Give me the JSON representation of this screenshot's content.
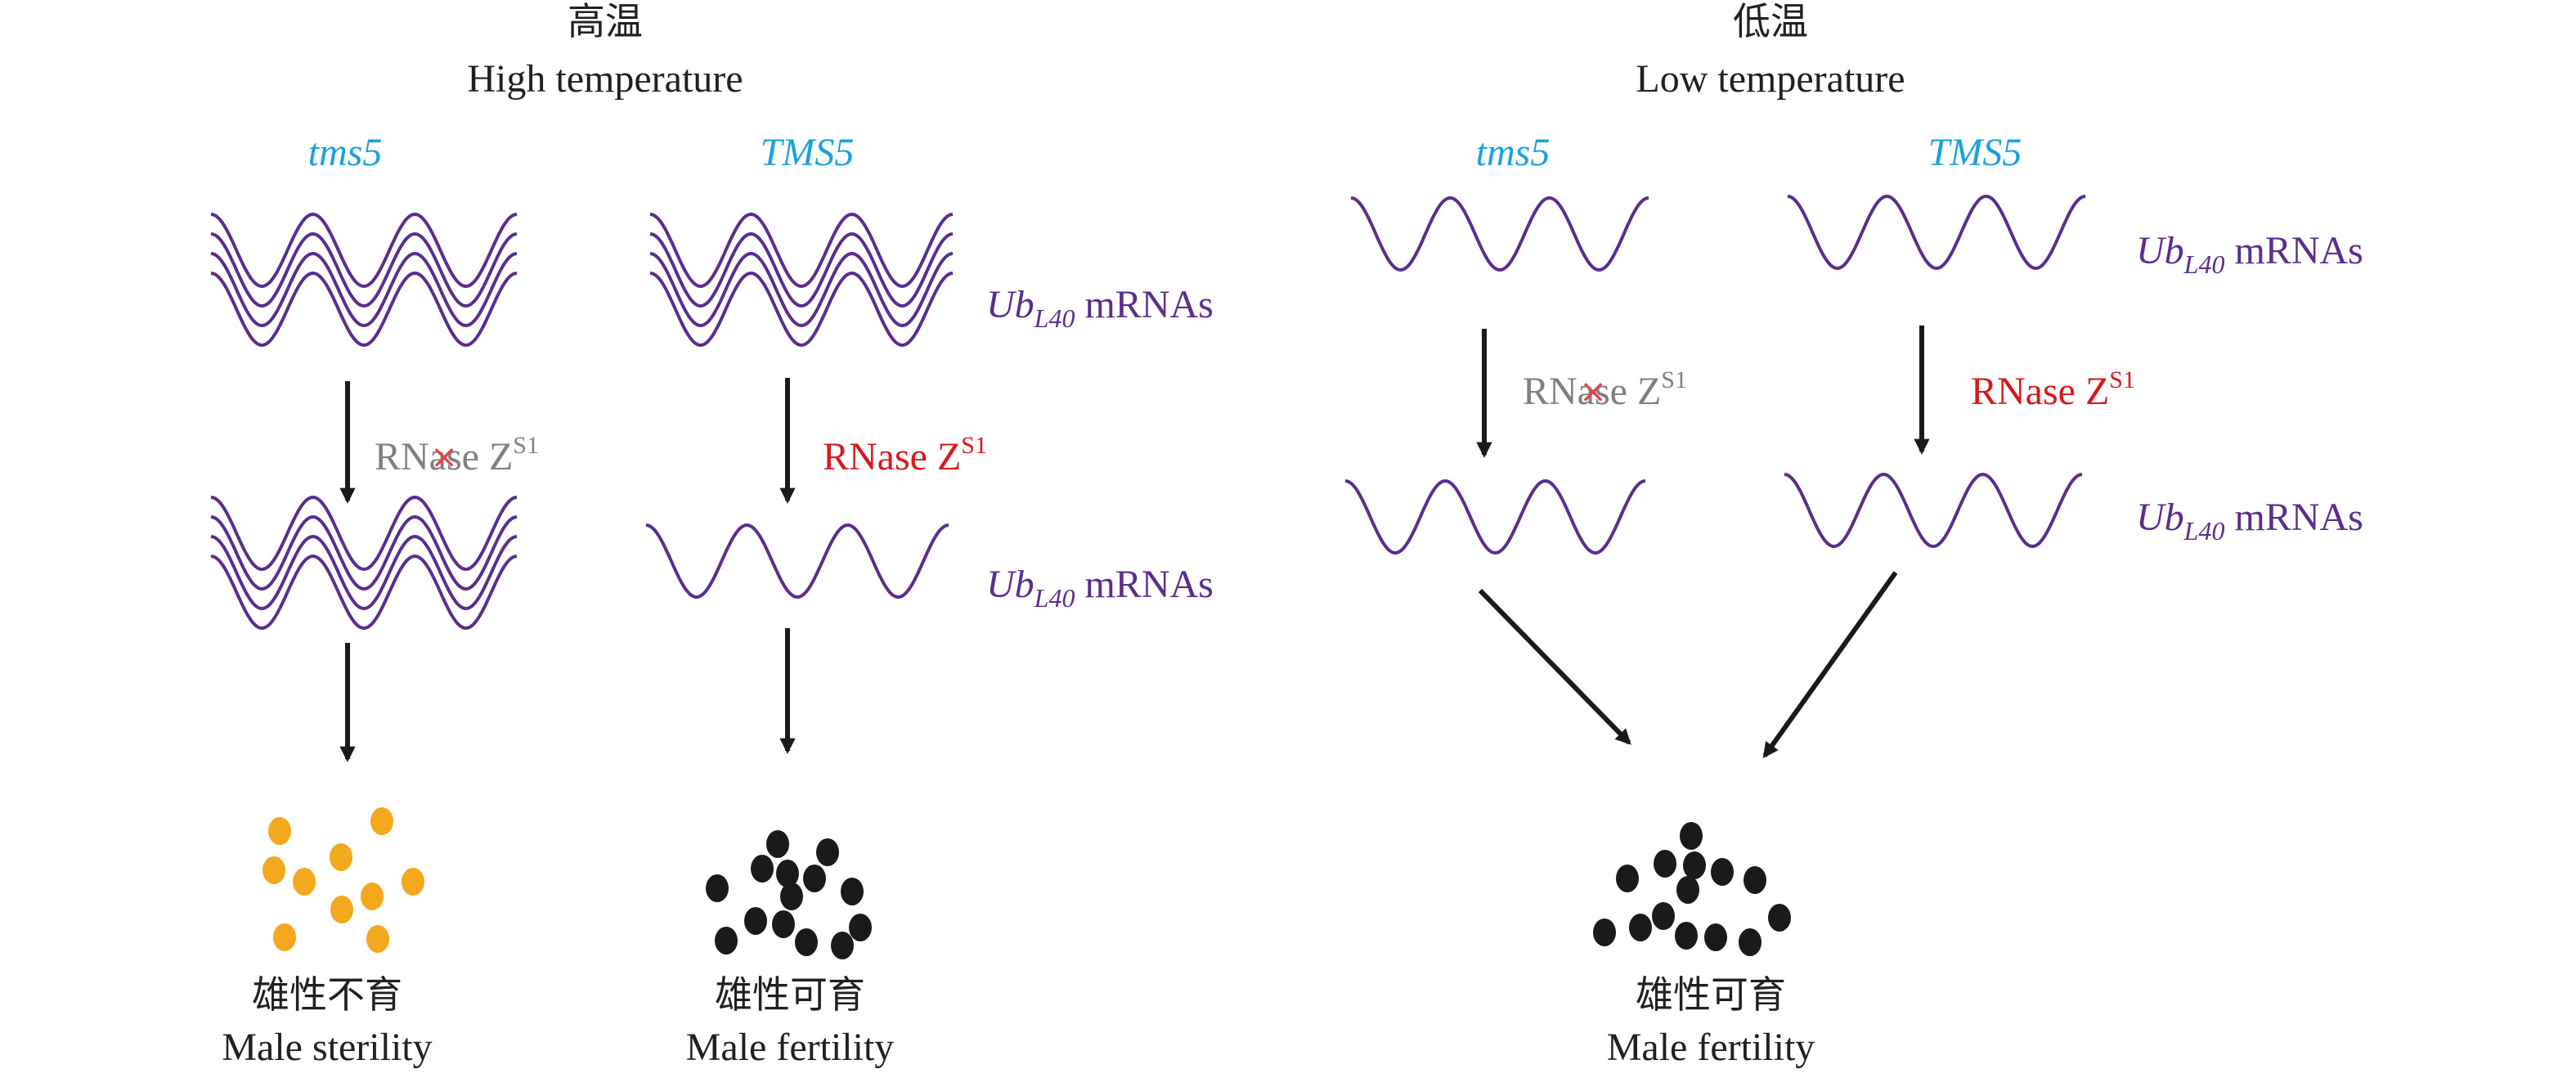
{
  "panels": {
    "high": {
      "title_cn": "高温",
      "title_en": "High temperature"
    },
    "low": {
      "title_cn": "低温",
      "title_en": "Low temperature"
    }
  },
  "genes": {
    "mutant": "tms5",
    "wildtype": "TMS5"
  },
  "mrna": {
    "prefix": "Ub",
    "subscript": "L40",
    "suffix": " mRNAs"
  },
  "enzyme": {
    "base": "RNase Z",
    "superscript": "S1",
    "inactive_mark": "×"
  },
  "outcomes": {
    "sterile": {
      "cn": "雄性不育",
      "en": "Male sterility"
    },
    "fertile": {
      "cn": "雄性可育",
      "en": "Male fertility"
    }
  },
  "colors": {
    "gene_label": "#1ba1dc",
    "mrna": "#5b2d8e",
    "active_enzyme": "#d7191c",
    "inactive_enzyme": "#7f7f7f",
    "inactive_mark": "#e0474c",
    "sterile_pollen": "#f3a81d",
    "fertile_pollen": "#1a1a1a"
  }
}
